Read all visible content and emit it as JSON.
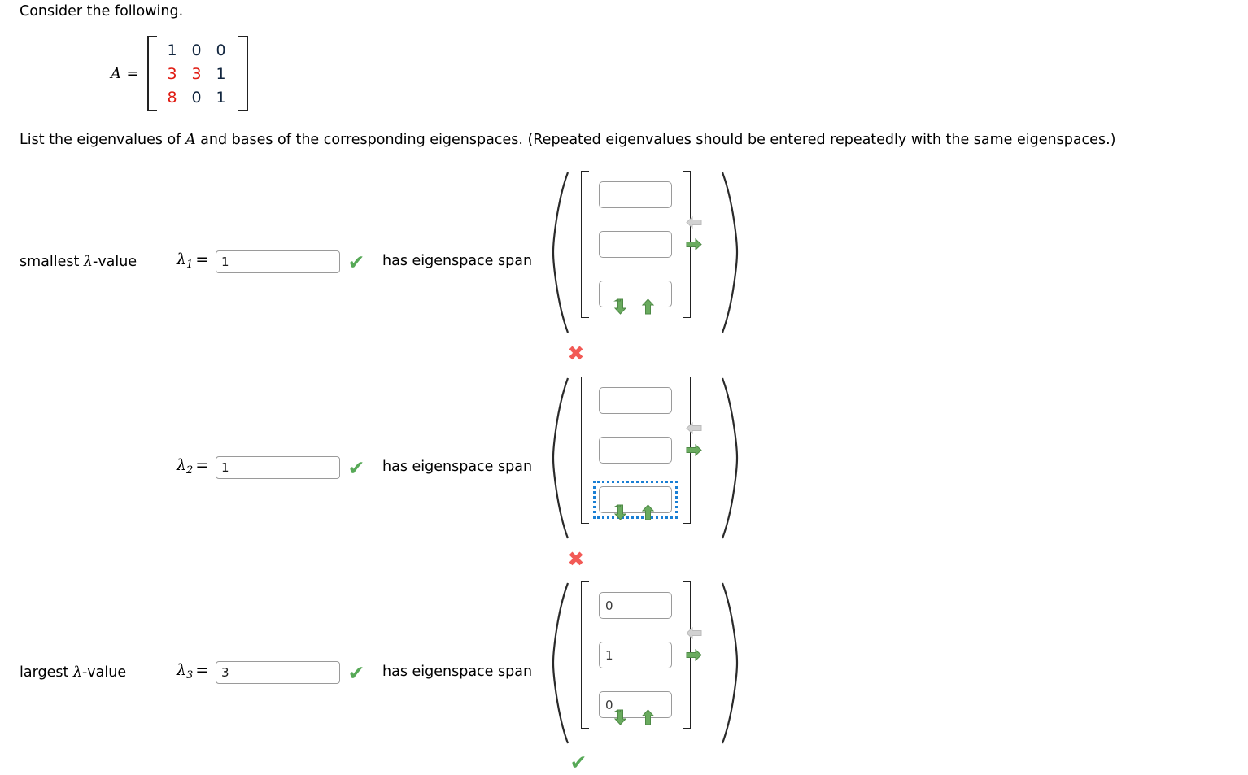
{
  "intro": {
    "text": "Consider the following."
  },
  "matrix": {
    "label": "A",
    "equals": "=",
    "rows": [
      [
        {
          "v": "1",
          "color": "black"
        },
        {
          "v": "0",
          "color": "black"
        },
        {
          "v": "0",
          "color": "black"
        }
      ],
      [
        {
          "v": "3",
          "color": "red"
        },
        {
          "v": "3",
          "color": "red"
        },
        {
          "v": "1",
          "color": "black"
        }
      ],
      [
        {
          "v": "8",
          "color": "red"
        },
        {
          "v": "0",
          "color": "black"
        },
        {
          "v": "1",
          "color": "black"
        }
      ]
    ],
    "colors": {
      "red": "#e01b12",
      "black": "#12263f"
    }
  },
  "question": {
    "part1": "List the eigenvalues of ",
    "italic": "A",
    "part2": " and bases of the corresponding eigenspaces. (Repeated eigenvalues should be entered repeatedly with the same eigenspaces.)"
  },
  "colors": {
    "correct_green": "#57a957",
    "incorrect_red": "#f25a56",
    "focus_blue": "#1a7fd4",
    "arrow_enabled": "#6aab5f",
    "arrow_disabled": "#c9c9c9"
  },
  "rows": [
    {
      "rank_label_pre": "smallest ",
      "rank_label_lambda": "λ",
      "rank_label_post": "-value",
      "lambda_symbol": "λ",
      "lambda_index": "1",
      "equals": "=",
      "value": "1",
      "value_placeholder": "",
      "value_mark": "check",
      "span_text": "has eigenspace span",
      "vector": [
        "",
        "",
        ""
      ],
      "vector_placeholders": [
        "",
        "",
        ""
      ],
      "focused_cell": -1,
      "left_arrow_enabled": false,
      "right_arrow_enabled": true,
      "down_arrow_enabled": true,
      "up_arrow_enabled": true,
      "row_mark": "cross"
    },
    {
      "rank_label_pre": "",
      "rank_label_lambda": "",
      "rank_label_post": "",
      "lambda_symbol": "λ",
      "lambda_index": "2",
      "equals": "=",
      "value": "1",
      "value_placeholder": "",
      "value_mark": "check",
      "span_text": "has eigenspace span",
      "vector": [
        "",
        "",
        ""
      ],
      "vector_placeholders": [
        "",
        "",
        ""
      ],
      "focused_cell": 2,
      "left_arrow_enabled": false,
      "right_arrow_enabled": true,
      "down_arrow_enabled": true,
      "up_arrow_enabled": true,
      "row_mark": "cross"
    },
    {
      "rank_label_pre": "largest ",
      "rank_label_lambda": "λ",
      "rank_label_post": "-value",
      "lambda_symbol": "λ",
      "lambda_index": "3",
      "equals": "=",
      "value": "3",
      "value_placeholder": "",
      "value_mark": "check",
      "span_text": "has eigenspace span",
      "vector": [
        "0",
        "1",
        "0"
      ],
      "vector_placeholders": [
        "",
        "",
        ""
      ],
      "focused_cell": -1,
      "left_arrow_enabled": false,
      "right_arrow_enabled": true,
      "down_arrow_enabled": true,
      "up_arrow_enabled": true,
      "row_mark": "check"
    }
  ],
  "icons": {
    "check": "✔",
    "cross": "✖",
    "left_arrow": "left-arrow-icon",
    "right_arrow": "right-arrow-icon",
    "down_arrow": "down-arrow-icon",
    "up_arrow": "up-arrow-icon"
  }
}
